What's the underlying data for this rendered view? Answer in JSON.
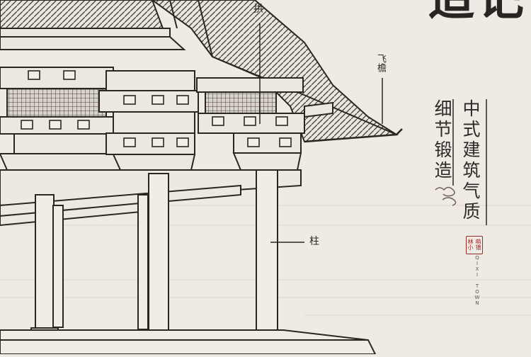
{
  "title_fragment": "造记",
  "slogan_lines": [
    "中式建筑气质",
    "细节锻造"
  ],
  "labels": {
    "bracket": "拱",
    "eave": "飞檐",
    "pillar": "柱"
  },
  "seal": {
    "chars": [
      "林",
      "萌",
      "小",
      "镇"
    ],
    "english": "QIXI TOWN"
  },
  "colors": {
    "paper": "#efebe4",
    "ink": "#2b2622",
    "seal_red": "#9b2a26"
  }
}
